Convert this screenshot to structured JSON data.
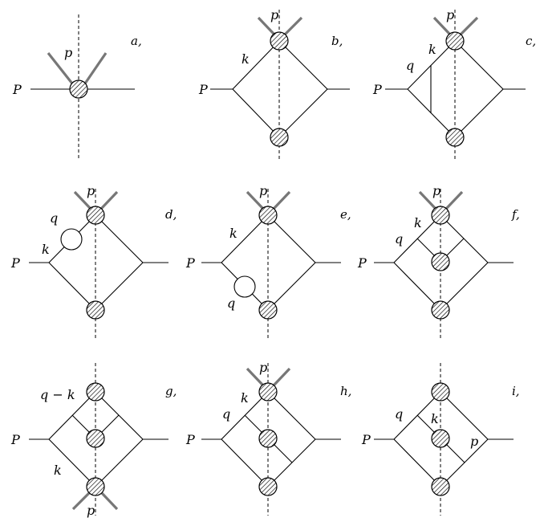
{
  "panels": [
    {
      "id": "a",
      "tag": "a,",
      "labels": {
        "P": "P",
        "p": "p"
      }
    },
    {
      "id": "b",
      "tag": "b,",
      "labels": {
        "P": "P",
        "p": "p",
        "k": "k"
      }
    },
    {
      "id": "c",
      "tag": "c,",
      "labels": {
        "P": "P",
        "p": "p",
        "k": "k",
        "q": "q"
      }
    },
    {
      "id": "d",
      "tag": "d,",
      "labels": {
        "P": "P",
        "p": "p",
        "k": "k",
        "q": "q"
      }
    },
    {
      "id": "e",
      "tag": "e,",
      "labels": {
        "P": "P",
        "p": "p",
        "k": "k",
        "q": "q"
      }
    },
    {
      "id": "f",
      "tag": "f,",
      "labels": {
        "P": "P",
        "p": "p",
        "k": "k",
        "q": "q"
      }
    },
    {
      "id": "g",
      "tag": "g,",
      "labels": {
        "P": "P",
        "p": "p",
        "k": "k",
        "qk": "q − k"
      }
    },
    {
      "id": "h",
      "tag": "h,",
      "labels": {
        "P": "P",
        "p": "p",
        "k": "k",
        "q": "q"
      }
    },
    {
      "id": "i",
      "tag": "i,",
      "labels": {
        "P": "P",
        "p": "p",
        "k": "k",
        "q": "q"
      }
    }
  ]
}
